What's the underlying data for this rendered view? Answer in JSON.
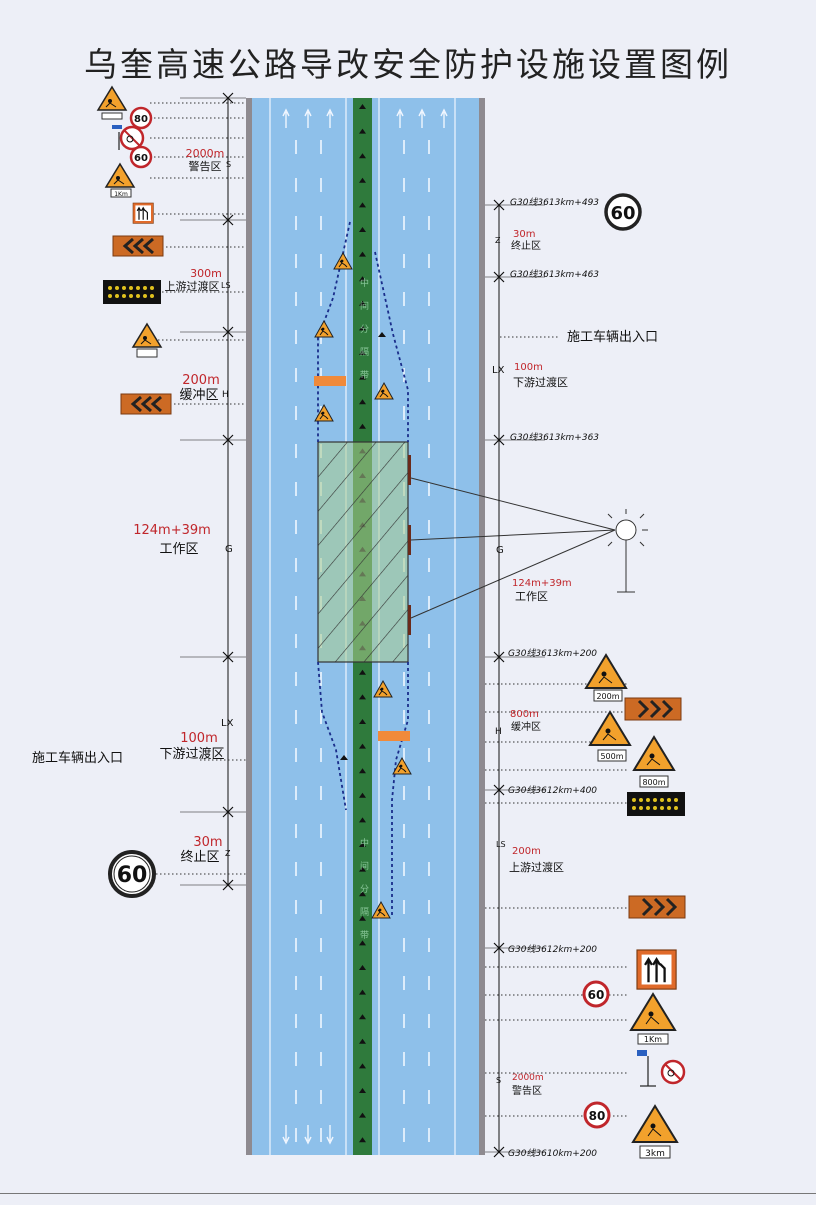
{
  "title": "乌奎高速公路导改安全防护设施设置图例",
  "left": {
    "warning_zone": {
      "length": "2000m",
      "name": "警告区",
      "code": "S"
    },
    "upstream": {
      "length": "300m",
      "name": "上游过渡区",
      "code": "LS"
    },
    "buffer": {
      "length": "200m",
      "name": "缓冲区",
      "code": "H"
    },
    "work": {
      "length": "124m+39m",
      "name": "工作区",
      "code": "G"
    },
    "downstream": {
      "length": "100m",
      "name": "下游过渡区",
      "code": "LX"
    },
    "termination": {
      "length": "30m",
      "name": "终止区",
      "code": "Z"
    },
    "exit_label": "施工车辆出入口"
  },
  "right": {
    "stations": {
      "s1": "G30线3613km+493",
      "s2": "G30线3613km+463",
      "s3": "G30线3613km+363",
      "s4": "G30线3613km+200",
      "s5": "G30线3612km+400",
      "s6": "G30线3612km+200",
      "s7": "G30线3610km+200"
    },
    "termination": {
      "length": "30m",
      "name": "终止区",
      "code": "Z"
    },
    "downstream": {
      "length": "100m",
      "name": "下游过渡区",
      "code": "LX"
    },
    "work": {
      "length": "124m+39m",
      "name": "工作区",
      "code": "G"
    },
    "buffer": {
      "length": "800m",
      "name": "缓冲区",
      "code": "H"
    },
    "upstream": {
      "length": "200m",
      "name": "上游过渡区",
      "code": "LS"
    },
    "warning_zone": {
      "length": "2000m",
      "name": "警告区",
      "code": "S"
    },
    "exit_label": "施工车辆出入口"
  },
  "median_text_top": [
    "中",
    "间",
    "分",
    "隔",
    "带"
  ],
  "median_text_bottom": [
    "中",
    "间",
    "分",
    "隔",
    "带"
  ],
  "signs": {
    "speed_80": "80",
    "speed_60": "60",
    "plate_1km": "1Km",
    "plate_500m": "500m",
    "plate_200m": "200m",
    "plate_800m": "800m",
    "plate_3km": "3km"
  },
  "colors": {
    "road": "#8ec0ea",
    "median": "#2f7a3c",
    "work_hatch": "#333333",
    "work_tint": "#a9cc8e",
    "red_label": "#c0262b",
    "sign_orange": "#e8812a"
  }
}
